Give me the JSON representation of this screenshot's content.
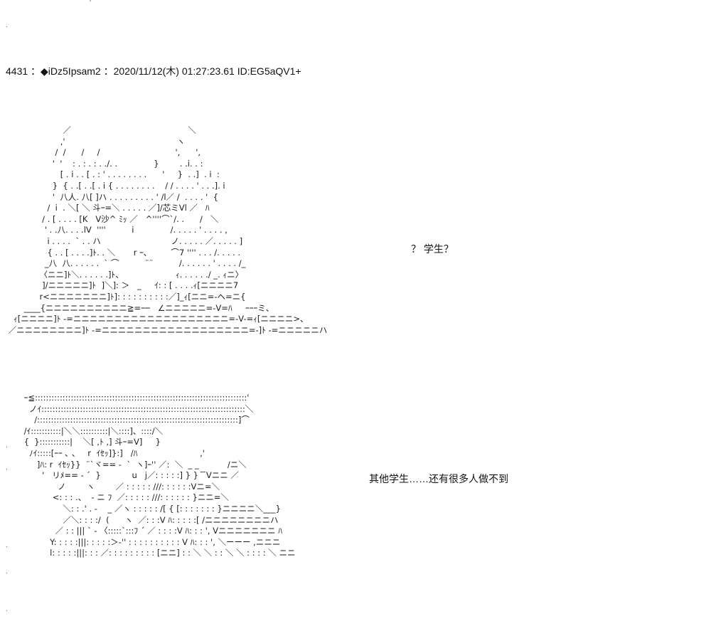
{
  "post": {
    "header": "4431 ：◆iDz5Ipsam2 ：2020/11/12(木) 01:27:23.61 ID:EG5aQV1+"
  },
  "art1": {
    "lines": [
      "                      ／                                             ＼",
      "                     ,'                                           ヽ",
      "                   /  /      /     /                             ',      ',",
      "                  '  '    : . : . : . ./. .              }        . .i. . :",
      "                     [ . i . . [ . : ' . . . . . . . .      '     }  . .]  . i  :",
      "                  }  { . .[ . .[ . i { . . . . . . . .    / / . . . . ' . . .]. i",
      "                  '  八人. 八[ ]ハ . . . . . . . . . ' /l／ /  . . . . '  {",
      "                /  i  . ＼[ ＼ 斗ｰ=＼ . . . . . ／]/芯ミVl ／   ﾊ",
      "              / . [ . . . . [K   V沙^ ﾐｯ ／   ^''''⌒`/. .      /   ＼",
      "               ' . .八. . . .lV  ''''          i              /. . . . . ' . . . . ,",
      "                i . . . .  ` . . ハ                           ノ. . . . . ／. . . . . ]",
      "                { . . [ . . . .]ﾄ. . ＼       r ｰ､         ⌒7 '''' . . . /. . . . .",
      "               _八  八. . . . . .  ` ⌒          ¨¨          /. . . . . . ' . . . . /_",
      "             〈ニニ]ﾄ＼. . . . . .]ﾄ、                    ｨ. . . . . ./ _. ｨニ〉",
      "              ]/ニニニニニ]ﾄ  ]＼]: ＞   _     ｲ: : [ . . . .ｨ[ニニニニ7",
      "             r<ニニニニニニニ]ﾄ]: : : : : : : : : :／]_ｨ[ニニ=-ヘ=ニ{",
      "       ____{ニニニニニニニニニニ≧=ｰ─   ∠ニニニニニ=-V=ﾊ     ｰｰｰミ、",
      "   ｨ[ニニニニ]ﾄ -=ニニニニニニニニニニニニニニニニニニニ=-V-=ｨ[ニニニニ>、",
      " ／ニニニニニニニニ]ﾄ -=ニニニニニニニニニニニニニニニニニニ=-]ﾄ -=ニニニニニハ"
    ]
  },
  "art2": {
    "lines": [
      "       ｰ≦:::::::::::::::::::::::::::::::::::::::::::::::::::::::::::::::::::::::::::::'",
      "         ノｲ::::::::::::::::::::::::::::::::::::::::::::::::::::::::::::::::::::::::::＼",
      "           /:::::::::::::::::::::::::::::::::::::::::::::::::::::::::::::::::::::::::]⌒",
      "       /ｲ:::::::::::|＼＼::::::::::|＼::::]、::::/＼",
      "       {  }:::::::::::|    ＼[ ,ﾄ ,] 斗ｰ=V]     }",
      "         ﾉｲ:::::[ｰｰ ､ 、   r  ｲｾｯ]}:]   /ﾊ                        ,'",
      "            ]ﾊ: r  ｲｾｯ}}  ¨`ヾ== -  `  ヽ]ｰ'' ／:  ＼  _ _           /ニ＼",
      "              '   リﾒ== - ´  }            u   j／: : : : :] } }  ̄ ̄Vニニ ／",
      "                    ノ        ヽ        ／ : : : : : ///: : : : : :Vニ=＼",
      "                  <: : : .、  - ニ ﾌ  ／: : : : : ///: : : : : : }ニニ=＼",
      "                      ＼: : .' . -    _ ／ヽ : : : : : /[ { [: : : : : : : }ニニニニ＼___}",
      "                      ／＼: : : :/  (      ヽ  ／: : :V ﾊ: : : : :[ /ニニニニニニニニハ",
      "                   ／ : : ||| ` - 〈:::::`:::ﾌ ´ ／ : : : :V ﾊ: : : ', Vニニニニニニニ ﾊ",
      "                 Y: : : : :|||: : : : :＞-'' : : : : : : : : : : V ﾊ: : : ', ＼ーーー ,ニニニ",
      "                 l: : : : :|||: : : ／: : : : : : : : : [ニニ] : : ＼ ＼ : : ＼ ＼ : : : : ＼ ニニ"
    ]
  },
  "captions": {
    "first": "？ 学生？",
    "second": "其他学生……还有很多人做不到"
  }
}
